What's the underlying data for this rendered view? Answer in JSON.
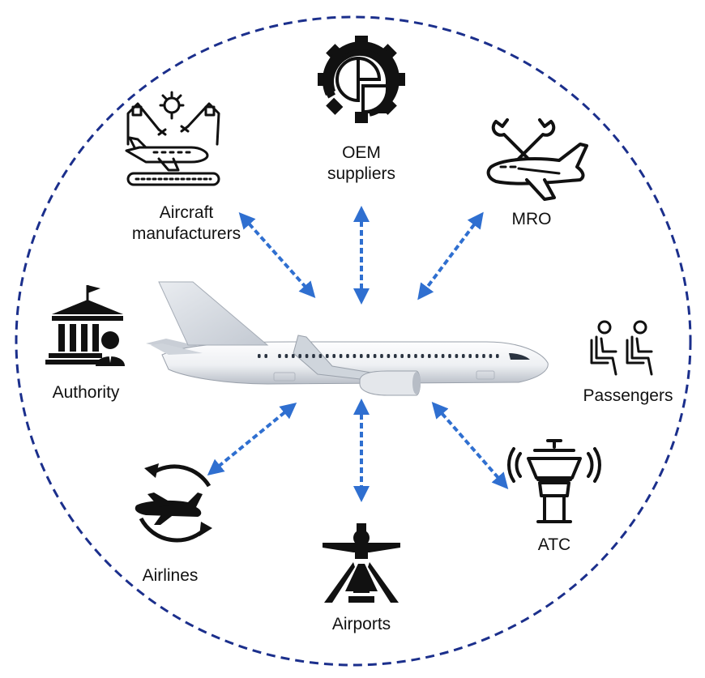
{
  "colors": {
    "boundary": "#1b2f8c",
    "arrow": "#2f6fd0",
    "icon": "#111111",
    "aircraft_body": "#f1f3f6",
    "aircraft_shade": "#c9ced6",
    "window": "#2a3340"
  },
  "hub": {
    "icon": "commercial-airplane-icon"
  },
  "stakeholders": {
    "oem": {
      "label_line1": "OEM",
      "label_line2": "suppliers",
      "icon": "gear-chart-icon"
    },
    "manufacturers": {
      "label_line1": "Aircraft",
      "label_line2": "manufacturers",
      "icon": "robot-assembly-icon"
    },
    "mro": {
      "label": "MRO",
      "icon": "wrench-plane-icon"
    },
    "authority": {
      "label": "Authority",
      "icon": "government-building-icon"
    },
    "passengers": {
      "label": "Passengers",
      "icon": "seated-passengers-icon"
    },
    "airlines": {
      "label": "Airlines",
      "icon": "plane-cycle-icon"
    },
    "airports": {
      "label": "Airports",
      "icon": "runway-icon"
    },
    "atc": {
      "label": "ATC",
      "icon": "control-tower-icon"
    }
  }
}
